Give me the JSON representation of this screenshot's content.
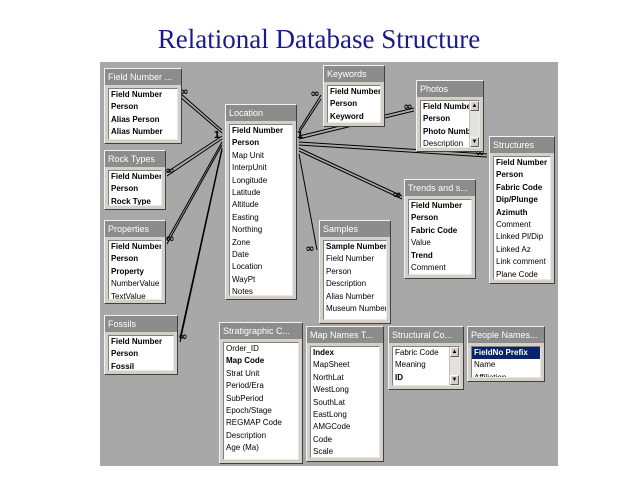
{
  "title": "Relational Database Structure",
  "tables": [
    {
      "id": "field_number_tbl",
      "title": "Field Number ...",
      "fields": [
        {
          "name": "Field Number",
          "key": true
        },
        {
          "name": "Person",
          "key": true
        },
        {
          "name": "Alias Person",
          "key": true
        },
        {
          "name": "Alias Number",
          "key": true
        }
      ]
    },
    {
      "id": "keywords",
      "title": "Keywords",
      "fields": [
        {
          "name": "Field Number",
          "key": true
        },
        {
          "name": "Person",
          "key": true
        },
        {
          "name": "Keyword",
          "key": true
        }
      ]
    },
    {
      "id": "photos",
      "title": "Photos",
      "fields": [
        {
          "name": "Field Numbe",
          "key": true
        },
        {
          "name": "Person",
          "key": true
        },
        {
          "name": "Photo Numb",
          "key": true
        },
        {
          "name": "Description",
          "key": false
        }
      ]
    },
    {
      "id": "location",
      "title": "Location",
      "fields": [
        {
          "name": "Field Number",
          "key": true
        },
        {
          "name": "Person",
          "key": true
        },
        {
          "name": "Map Unit",
          "key": false
        },
        {
          "name": "InterpUnit",
          "key": false
        },
        {
          "name": "Longitude",
          "key": false
        },
        {
          "name": "Latitude",
          "key": false
        },
        {
          "name": "Altitude",
          "key": false
        },
        {
          "name": "Easting",
          "key": false
        },
        {
          "name": "Northing",
          "key": false
        },
        {
          "name": "Zone",
          "key": false
        },
        {
          "name": "Date",
          "key": false
        },
        {
          "name": "Location",
          "key": false
        },
        {
          "name": "WayPt",
          "key": false
        },
        {
          "name": "Notes",
          "key": false
        }
      ]
    },
    {
      "id": "structures",
      "title": "Structures",
      "fields": [
        {
          "name": "Field Number",
          "key": true
        },
        {
          "name": "Person",
          "key": true
        },
        {
          "name": "Fabric Code",
          "key": true
        },
        {
          "name": "Dip/Plunge",
          "key": true
        },
        {
          "name": "Azimuth",
          "key": true
        },
        {
          "name": "Comment",
          "key": false
        },
        {
          "name": "Linked Pl/Dip",
          "key": false
        },
        {
          "name": "Linked Az",
          "key": false
        },
        {
          "name": "Link comment",
          "key": false
        },
        {
          "name": "Plane Code",
          "key": false
        }
      ]
    },
    {
      "id": "rock_types",
      "title": "Rock Types",
      "fields": [
        {
          "name": "Field Number",
          "key": true
        },
        {
          "name": "Person",
          "key": true
        },
        {
          "name": "Rock Type",
          "key": true
        }
      ]
    },
    {
      "id": "trends",
      "title": "Trends and s...",
      "fields": [
        {
          "name": "Field Number",
          "key": true
        },
        {
          "name": "Person",
          "key": true
        },
        {
          "name": "Fabric Code",
          "key": true
        },
        {
          "name": "Value",
          "key": false
        },
        {
          "name": "Trend",
          "key": true
        },
        {
          "name": "Comment",
          "key": false
        }
      ]
    },
    {
      "id": "properties",
      "title": "Properties",
      "fields": [
        {
          "name": "Field Number",
          "key": true
        },
        {
          "name": "Person",
          "key": true
        },
        {
          "name": "Property",
          "key": true
        },
        {
          "name": "NumberValue",
          "key": false
        },
        {
          "name": "TextValue",
          "key": false
        }
      ]
    },
    {
      "id": "samples",
      "title": "Samples",
      "fields": [
        {
          "name": "Sample Number",
          "key": true
        },
        {
          "name": "Field Number",
          "key": false
        },
        {
          "name": "Person",
          "key": false
        },
        {
          "name": "Description",
          "key": false
        },
        {
          "name": "Alias Number",
          "key": false
        },
        {
          "name": "Museum Number",
          "key": false
        }
      ]
    },
    {
      "id": "fossils",
      "title": "Fossils",
      "fields": [
        {
          "name": "Field Number",
          "key": true
        },
        {
          "name": "Person",
          "key": true
        },
        {
          "name": "Fossil",
          "key": true
        }
      ]
    },
    {
      "id": "stratigraphic",
      "title": "Stratigraphic C...",
      "fields": [
        {
          "name": "Order_ID",
          "key": false
        },
        {
          "name": "Map Code",
          "key": true
        },
        {
          "name": "Strat Unit",
          "key": false
        },
        {
          "name": "Period/Era",
          "key": false
        },
        {
          "name": "SubPeriod",
          "key": false
        },
        {
          "name": "Epoch/Stage",
          "key": false
        },
        {
          "name": "REGMAP Code",
          "key": false
        },
        {
          "name": "Description",
          "key": false
        },
        {
          "name": "Age (Ma)",
          "key": false
        }
      ]
    },
    {
      "id": "map_names",
      "title": "Map Names T...",
      "fields": [
        {
          "name": "Index",
          "key": true
        },
        {
          "name": "MapSheet",
          "key": false
        },
        {
          "name": "NorthLat",
          "key": false
        },
        {
          "name": "WestLong",
          "key": false
        },
        {
          "name": "SouthLat",
          "key": false
        },
        {
          "name": "EastLong",
          "key": false
        },
        {
          "name": "AMGCode",
          "key": false
        },
        {
          "name": "Code",
          "key": false
        },
        {
          "name": "Scale",
          "key": false
        }
      ]
    },
    {
      "id": "structural",
      "title": "Structural Co...",
      "fields": [
        {
          "name": "Fabric Code",
          "key": false
        },
        {
          "name": "Meaning",
          "key": false
        },
        {
          "name": "ID",
          "key": true
        }
      ]
    },
    {
      "id": "people",
      "title": "People Names...",
      "fields": [
        {
          "name": "FieldNo Prefix",
          "key": true,
          "selected": true
        },
        {
          "name": "Name",
          "key": false
        },
        {
          "name": "Affiliation",
          "key": false
        }
      ]
    }
  ],
  "relationship_marks": {
    "one": "1",
    "many": "∞"
  },
  "colors": {
    "canvas": "#a8a8a8",
    "title_bar": "#8c8c8c",
    "link_line": "#000000",
    "title_text": "#1a1a8a"
  }
}
